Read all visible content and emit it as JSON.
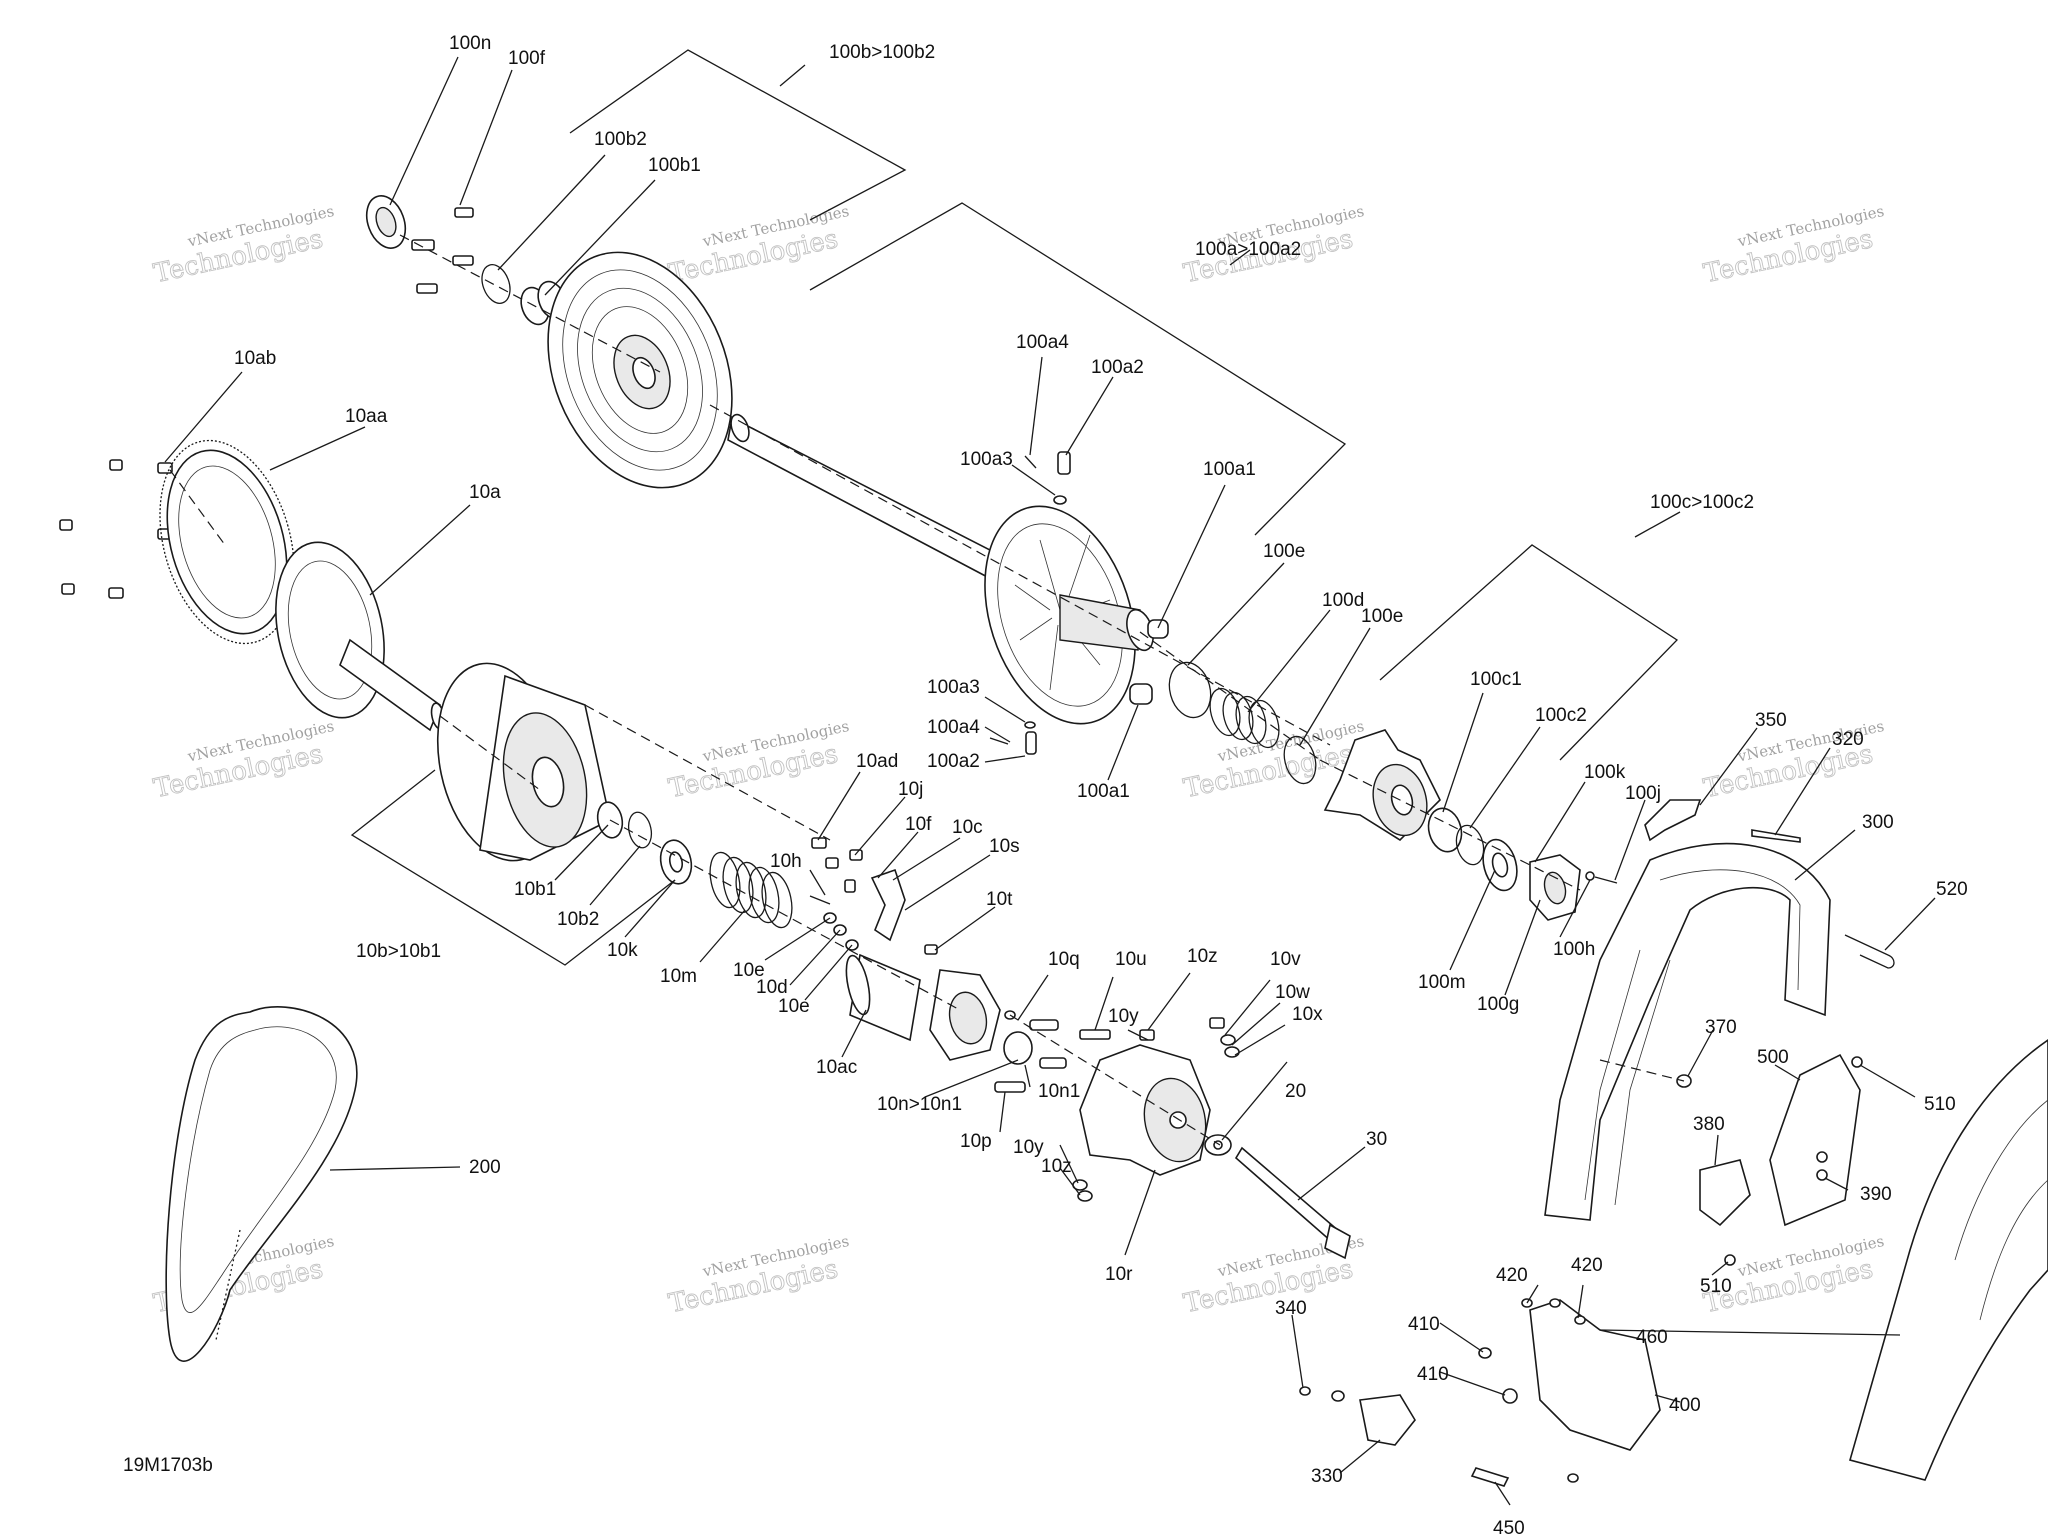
{
  "diagram_code": "19M1703b",
  "watermark": {
    "line1": "vNext Technologies",
    "line2": "Technologies"
  },
  "labels": {
    "l_100n": "100n",
    "l_100f": "100f",
    "l_100b_100b2": "100b>100b2",
    "l_100b2": "100b2",
    "l_100b1": "100b1",
    "l_100a_100a2": "100a>100a2",
    "l_10ab": "10ab",
    "l_10aa": "10aa",
    "l_10a": "10a",
    "l_100a4": "100a4",
    "l_100a2": "100a2",
    "l_100a3": "100a3",
    "l_100a1": "100a1",
    "l_100e_top": "100e",
    "l_100d": "100d",
    "l_100e_2": "100e",
    "l_100c_100c2": "100c>100c2",
    "l_100c1": "100c1",
    "l_100c2": "100c2",
    "l_100k": "100k",
    "l_100j": "100j",
    "l_100h": "100h",
    "l_100m": "100m",
    "l_100g": "100g",
    "l_100a3_low": "100a3",
    "l_100a4_low": "100a4",
    "l_100a2_low": "100a2",
    "l_100a1_low": "100a1",
    "l_10ad": "10ad",
    "l_10j": "10j",
    "l_10f": "10f",
    "l_10c": "10c",
    "l_10h": "10h",
    "l_10s": "10s",
    "l_10t": "10t",
    "l_10b1": "10b1",
    "l_10b2": "10b2",
    "l_10k": "10k",
    "l_10m": "10m",
    "l_10e_a": "10e",
    "l_10d": "10d",
    "l_10e_b": "10e",
    "l_10b_10b1": "10b>10b1",
    "l_10ac": "10ac",
    "l_10q": "10q",
    "l_10u": "10u",
    "l_10z_top": "10z",
    "l_10v": "10v",
    "l_10w": "10w",
    "l_10x": "10x",
    "l_10y_top": "10y",
    "l_10n1": "10n1",
    "l_10n_10n1": "10n>10n1",
    "l_10p": "10p",
    "l_10y_low": "10y",
    "l_10z_low": "10z",
    "l_10r": "10r",
    "l_20": "20",
    "l_30": "30",
    "l_200": "200",
    "l_350": "350",
    "l_320": "320",
    "l_300": "300",
    "l_520": "520",
    "l_370": "370",
    "l_500": "500",
    "l_510_a": "510",
    "l_380": "380",
    "l_390": "390",
    "l_510_b": "510",
    "l_420_a": "420",
    "l_420_b": "420",
    "l_410_a": "410",
    "l_460": "460",
    "l_410_b": "410",
    "l_400": "400",
    "l_340": "340",
    "l_330": "330",
    "l_450": "450"
  }
}
